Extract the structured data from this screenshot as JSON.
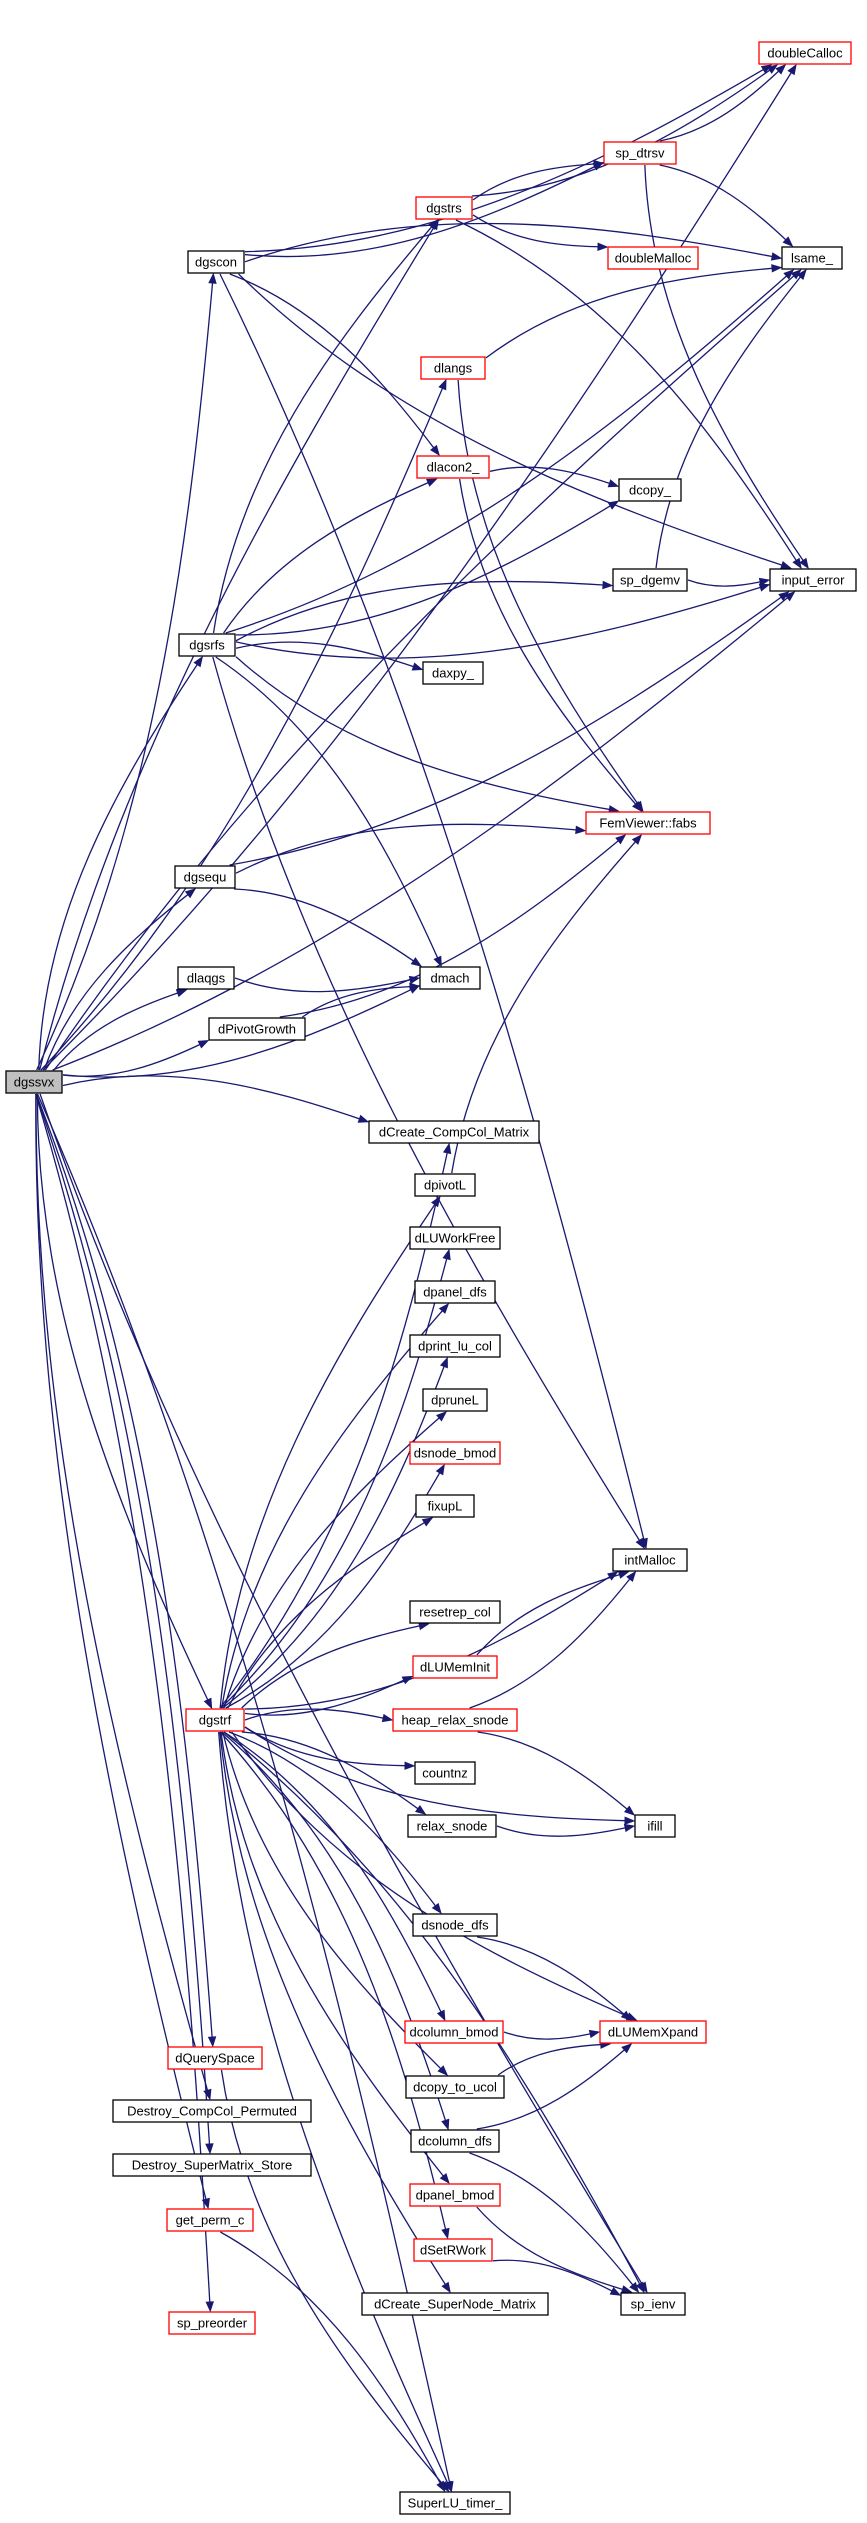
{
  "colors": {
    "edge": "#191970",
    "border_default": "#000000",
    "border_link": "#ff0000",
    "root_fill": "#bfbfbf"
  },
  "nodes": [
    {
      "id": "dgssvx",
      "label": "dgssvx",
      "style": "root"
    },
    {
      "id": "dgscon",
      "label": "dgscon",
      "style": "black"
    },
    {
      "id": "dgstrs",
      "label": "dgstrs",
      "style": "red"
    },
    {
      "id": "sp_dtrsv",
      "label": "sp_dtrsv",
      "style": "red"
    },
    {
      "id": "doubleCalloc",
      "label": "doubleCalloc",
      "style": "red"
    },
    {
      "id": "lsame_",
      "label": "lsame_",
      "style": "black"
    },
    {
      "id": "doubleMalloc",
      "label": "doubleMalloc",
      "style": "red"
    },
    {
      "id": "dlangs",
      "label": "dlangs",
      "style": "red"
    },
    {
      "id": "dlacon2_",
      "label": "dlacon2_",
      "style": "red"
    },
    {
      "id": "dcopy_",
      "label": "dcopy_",
      "style": "black"
    },
    {
      "id": "sp_dgemv",
      "label": "sp_dgemv",
      "style": "black"
    },
    {
      "id": "input_error",
      "label": "input_error",
      "style": "black"
    },
    {
      "id": "dgsrfs",
      "label": "dgsrfs",
      "style": "black"
    },
    {
      "id": "daxpy_",
      "label": "daxpy_",
      "style": "black"
    },
    {
      "id": "fabs",
      "label": "FemViewer::fabs",
      "style": "red"
    },
    {
      "id": "dgsequ",
      "label": "dgsequ",
      "style": "black"
    },
    {
      "id": "dlaqgs",
      "label": "dlaqgs",
      "style": "black"
    },
    {
      "id": "dmach",
      "label": "dmach",
      "style": "black"
    },
    {
      "id": "dPivotGrowth",
      "label": "dPivotGrowth",
      "style": "black"
    },
    {
      "id": "dCreate_CompCol_Matrix",
      "label": "dCreate_CompCol_Matrix",
      "style": "black"
    },
    {
      "id": "dpivotL",
      "label": "dpivotL",
      "style": "black"
    },
    {
      "id": "dLUWorkFree",
      "label": "dLUWorkFree",
      "style": "black"
    },
    {
      "id": "dpanel_dfs",
      "label": "dpanel_dfs",
      "style": "black"
    },
    {
      "id": "dprint_lu_col",
      "label": "dprint_lu_col",
      "style": "black"
    },
    {
      "id": "dpruneL",
      "label": "dpruneL",
      "style": "black"
    },
    {
      "id": "dsnode_bmod",
      "label": "dsnode_bmod",
      "style": "red"
    },
    {
      "id": "fixupL",
      "label": "fixupL",
      "style": "black"
    },
    {
      "id": "intMalloc",
      "label": "intMalloc",
      "style": "black"
    },
    {
      "id": "resetrep_col",
      "label": "resetrep_col",
      "style": "black"
    },
    {
      "id": "dLUMemInit",
      "label": "dLUMemInit",
      "style": "red"
    },
    {
      "id": "dgstrf",
      "label": "dgstrf",
      "style": "red"
    },
    {
      "id": "heap_relax_snode",
      "label": "heap_relax_snode",
      "style": "red"
    },
    {
      "id": "countnz",
      "label": "countnz",
      "style": "black"
    },
    {
      "id": "relax_snode",
      "label": "relax_snode",
      "style": "black"
    },
    {
      "id": "ifill",
      "label": "ifill",
      "style": "black"
    },
    {
      "id": "dsnode_dfs",
      "label": "dsnode_dfs",
      "style": "black"
    },
    {
      "id": "dcolumn_bmod",
      "label": "dcolumn_bmod",
      "style": "red"
    },
    {
      "id": "dLUMemXpand",
      "label": "dLUMemXpand",
      "style": "red"
    },
    {
      "id": "dQuerySpace",
      "label": "dQuerySpace",
      "style": "red"
    },
    {
      "id": "dcopy_to_ucol",
      "label": "dcopy_to_ucol",
      "style": "black"
    },
    {
      "id": "Destroy_CompCol_Permuted",
      "label": "Destroy_CompCol_Permuted",
      "style": "black"
    },
    {
      "id": "dcolumn_dfs",
      "label": "dcolumn_dfs",
      "style": "black"
    },
    {
      "id": "Destroy_SuperMatrix_Store",
      "label": "Destroy_SuperMatrix_Store",
      "style": "black"
    },
    {
      "id": "dpanel_bmod",
      "label": "dpanel_bmod",
      "style": "red"
    },
    {
      "id": "get_perm_c",
      "label": "get_perm_c",
      "style": "red"
    },
    {
      "id": "dSetRWork",
      "label": "dSetRWork",
      "style": "red"
    },
    {
      "id": "dCreate_SuperNode_Matrix",
      "label": "dCreate_SuperNode_Matrix",
      "style": "black"
    },
    {
      "id": "sp_ienv",
      "label": "sp_ienv",
      "style": "black"
    },
    {
      "id": "sp_preorder",
      "label": "sp_preorder",
      "style": "red"
    },
    {
      "id": "SuperLU_timer_",
      "label": "SuperLU_timer_",
      "style": "black"
    }
  ],
  "edges": [
    [
      "dgssvx",
      "doubleCalloc"
    ],
    [
      "dgssvx",
      "lsame_"
    ],
    [
      "dgssvx",
      "dgscon"
    ],
    [
      "dgssvx",
      "dgstrs"
    ],
    [
      "dgssvx",
      "dlangs"
    ],
    [
      "dgssvx",
      "dgsrfs"
    ],
    [
      "dgssvx",
      "input_error"
    ],
    [
      "dgssvx",
      "dgsequ"
    ],
    [
      "dgssvx",
      "dmach"
    ],
    [
      "dgssvx",
      "dlaqgs"
    ],
    [
      "dgssvx",
      "dPivotGrowth"
    ],
    [
      "dgssvx",
      "dCreate_CompCol_Matrix"
    ],
    [
      "dgssvx",
      "dgstrf"
    ],
    [
      "dgssvx",
      "dQuerySpace"
    ],
    [
      "dgssvx",
      "Destroy_CompCol_Permuted"
    ],
    [
      "dgssvx",
      "Destroy_SuperMatrix_Store"
    ],
    [
      "dgssvx",
      "get_perm_c"
    ],
    [
      "dgssvx",
      "sp_preorder"
    ],
    [
      "dgssvx",
      "sp_ienv"
    ],
    [
      "dgssvx",
      "SuperLU_timer_"
    ],
    [
      "dgscon",
      "doubleCalloc"
    ],
    [
      "dgscon",
      "lsame_"
    ],
    [
      "dgscon",
      "sp_dtrsv"
    ],
    [
      "dgscon",
      "dlacon2_"
    ],
    [
      "dgscon",
      "input_error"
    ],
    [
      "dgscon",
      "intMalloc"
    ],
    [
      "dgstrs",
      "doubleCalloc"
    ],
    [
      "dgstrs",
      "sp_dtrsv"
    ],
    [
      "dgstrs",
      "doubleMalloc"
    ],
    [
      "dgstrs",
      "input_error"
    ],
    [
      "sp_dtrsv",
      "doubleCalloc"
    ],
    [
      "sp_dtrsv",
      "lsame_"
    ],
    [
      "sp_dtrsv",
      "input_error"
    ],
    [
      "dlangs",
      "lsame_"
    ],
    [
      "dlangs",
      "fabs"
    ],
    [
      "dlacon2_",
      "dcopy_"
    ],
    [
      "dlacon2_",
      "fabs"
    ],
    [
      "sp_dgemv",
      "lsame_"
    ],
    [
      "sp_dgemv",
      "input_error"
    ],
    [
      "dgsrfs",
      "dgstrs"
    ],
    [
      "dgsrfs",
      "lsame_"
    ],
    [
      "dgsrfs",
      "dlacon2_"
    ],
    [
      "dgsrfs",
      "dcopy_"
    ],
    [
      "dgsrfs",
      "sp_dgemv"
    ],
    [
      "dgsrfs",
      "input_error"
    ],
    [
      "dgsrfs",
      "daxpy_"
    ],
    [
      "dgsrfs",
      "fabs"
    ],
    [
      "dgsrfs",
      "dmach"
    ],
    [
      "dgsrfs",
      "intMalloc"
    ],
    [
      "dgsequ",
      "fabs"
    ],
    [
      "dgsequ",
      "input_error"
    ],
    [
      "dgsequ",
      "dmach"
    ],
    [
      "dlaqgs",
      "dmach"
    ],
    [
      "dPivotGrowth",
      "dmach"
    ],
    [
      "dPivotGrowth",
      "fabs"
    ],
    [
      "dpivotL",
      "fabs"
    ],
    [
      "dgstrf",
      "dCreate_CompCol_Matrix"
    ],
    [
      "dgstrf",
      "dpivotL"
    ],
    [
      "dgstrf",
      "dLUWorkFree"
    ],
    [
      "dgstrf",
      "dpanel_dfs"
    ],
    [
      "dgstrf",
      "dprint_lu_col"
    ],
    [
      "dgstrf",
      "dpruneL"
    ],
    [
      "dgstrf",
      "dsnode_bmod"
    ],
    [
      "dgstrf",
      "fixupL"
    ],
    [
      "dgstrf",
      "intMalloc"
    ],
    [
      "dgstrf",
      "resetrep_col"
    ],
    [
      "dgstrf",
      "dLUMemInit"
    ],
    [
      "dgstrf",
      "heap_relax_snode"
    ],
    [
      "dgstrf",
      "countnz"
    ],
    [
      "dgstrf",
      "relax_snode"
    ],
    [
      "dgstrf",
      "ifill"
    ],
    [
      "dgstrf",
      "dsnode_dfs"
    ],
    [
      "dgstrf",
      "dLUMemXpand"
    ],
    [
      "dgstrf",
      "dcolumn_bmod"
    ],
    [
      "dgstrf",
      "dcopy_to_ucol"
    ],
    [
      "dgstrf",
      "dcolumn_dfs"
    ],
    [
      "dgstrf",
      "dpanel_bmod"
    ],
    [
      "dgstrf",
      "dSetRWork"
    ],
    [
      "dgstrf",
      "dCreate_SuperNode_Matrix"
    ],
    [
      "dgstrf",
      "sp_ienv"
    ],
    [
      "dgstrf",
      "SuperLU_timer_"
    ],
    [
      "dLUMemInit",
      "intMalloc"
    ],
    [
      "heap_relax_snode",
      "intMalloc"
    ],
    [
      "heap_relax_snode",
      "ifill"
    ],
    [
      "relax_snode",
      "ifill"
    ],
    [
      "dsnode_dfs",
      "dLUMemXpand"
    ],
    [
      "dcolumn_bmod",
      "dLUMemXpand"
    ],
    [
      "dcopy_to_ucol",
      "dLUMemXpand"
    ],
    [
      "dcolumn_dfs",
      "dLUMemXpand"
    ],
    [
      "dcolumn_dfs",
      "sp_ienv"
    ],
    [
      "dpanel_bmod",
      "sp_ienv"
    ],
    [
      "dSetRWork",
      "sp_ienv"
    ],
    [
      "dQuerySpace",
      "SuperLU_timer_"
    ],
    [
      "get_perm_c",
      "SuperLU_timer_"
    ]
  ]
}
